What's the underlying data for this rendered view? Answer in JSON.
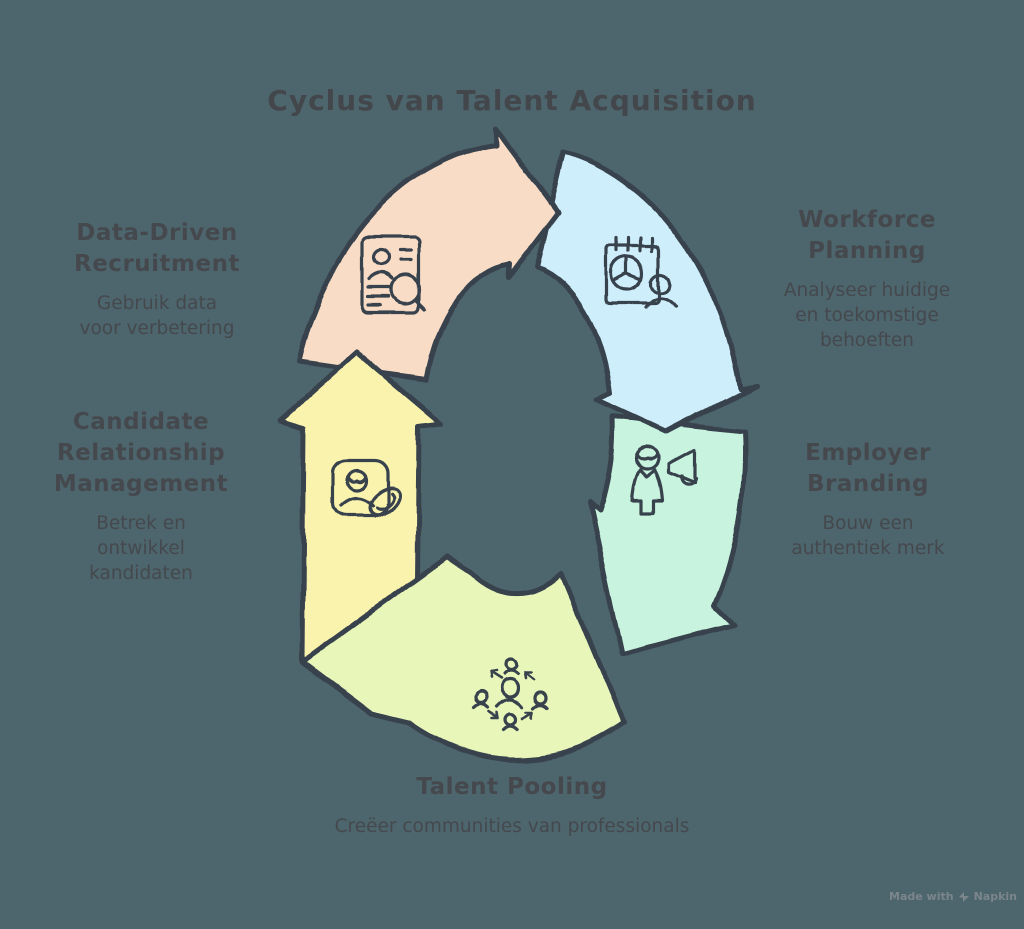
{
  "title": "Cyclus van Talent Acquisition",
  "diagram": {
    "type": "cycle",
    "direction": "clockwise",
    "outline_color": "#39434e",
    "background_color": "#4d656c",
    "text_color": "#45494e"
  },
  "steps": [
    {
      "id": "data-driven-recruitment",
      "heading": "Data-Driven\nRecruitment",
      "sub": "Gebruik data\nvoor verbetering",
      "color": "#f8dcc5",
      "icon": "resume-search-icon"
    },
    {
      "id": "workforce-planning",
      "heading": "Workforce\nPlanning",
      "sub": "Analyseer huidige\nen toekomstige\nbehoeften",
      "color": "#cdeefa",
      "icon": "calendar-chart-person-icon"
    },
    {
      "id": "employer-branding",
      "heading": "Employer\nBranding",
      "sub": "Bouw een\nauthentiek merk",
      "color": "#c8f3de",
      "icon": "person-megaphone-icon"
    },
    {
      "id": "talent-pooling",
      "heading": "Talent Pooling",
      "sub": "Creëer communities van professionals",
      "color": "#e9f6ba",
      "icon": "community-network-icon"
    },
    {
      "id": "candidate-relationship-management",
      "heading": "Candidate\nRelationship\nManagement",
      "sub": "Betrek en\nontwikkel\nkandidaten",
      "color": "#faf3ad",
      "icon": "profile-paperclip-icon"
    }
  ],
  "watermark": {
    "prefix": "Made with",
    "brand": "Napkin"
  }
}
